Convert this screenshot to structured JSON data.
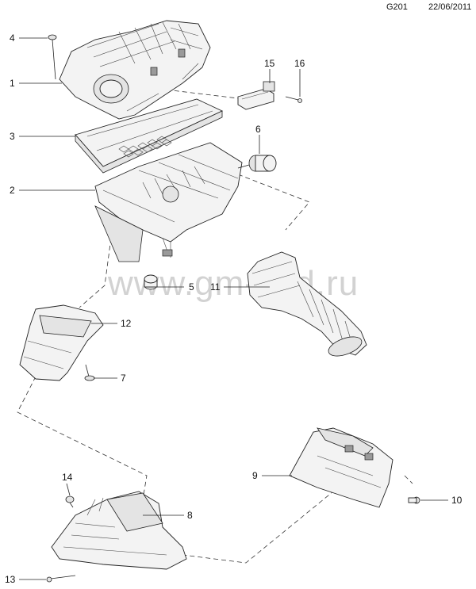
{
  "header": {
    "code": "G201",
    "date": "22/06/2011"
  },
  "watermark": "www.gm-cad.ru",
  "callouts": {
    "c1": "1",
    "c2": "2",
    "c3": "3",
    "c4": "4",
    "c5": "5",
    "c6": "6",
    "c7": "7",
    "c8": "8",
    "c9": "9",
    "c10": "10",
    "c11": "11",
    "c12": "12",
    "c13": "13",
    "c14": "14",
    "c15": "15",
    "c16": "16"
  }
}
